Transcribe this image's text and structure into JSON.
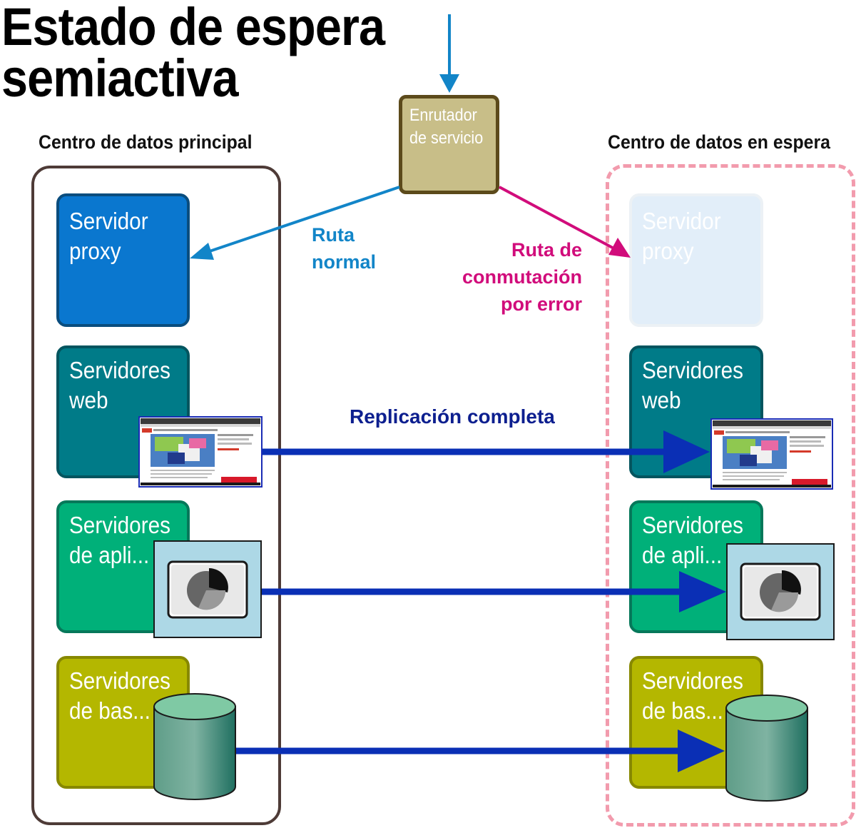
{
  "title": {
    "line1": "Estado de espera",
    "line2": "semiactiva"
  },
  "router": {
    "line1": "Enrutador",
    "line2": "de servicio"
  },
  "labels": {
    "primary_dc": "Centro de datos principal",
    "standby_dc": "Centro de datos en espera",
    "normal_path": {
      "line1": "Ruta",
      "line2": "normal"
    },
    "failover_path": {
      "line1": "Ruta de",
      "line2": "conmutación",
      "line3": "por error"
    },
    "replication": "Replicación completa"
  },
  "primary": {
    "proxy": {
      "line1": "Servidor",
      "line2": "proxy"
    },
    "web": {
      "line1": "Servidores",
      "line2": "web"
    },
    "app": {
      "line1": "Servidores",
      "line2": "de apli..."
    },
    "db": {
      "line1": "Servidores",
      "line2": "de bas..."
    }
  },
  "standby": {
    "proxy": {
      "line1": "Servidor",
      "line2": "proxy"
    },
    "web": {
      "line1": "Servidores",
      "line2": "web"
    },
    "app": {
      "line1": "Servidores",
      "line2": "de apli..."
    },
    "db": {
      "line1": "Servidores",
      "line2": "de bas..."
    }
  },
  "colors": {
    "normal_path": "#1285c8",
    "failover_path": "#d10c7b",
    "replication": "#0a2fb5",
    "proxy": "#0a77cf",
    "web": "#007b88",
    "app": "#00b079",
    "db": "#b4b700"
  },
  "icons": {
    "web": "web-page-screenshot-icon",
    "app": "pie-chart-icon",
    "db": "database-cylinder-icon"
  }
}
